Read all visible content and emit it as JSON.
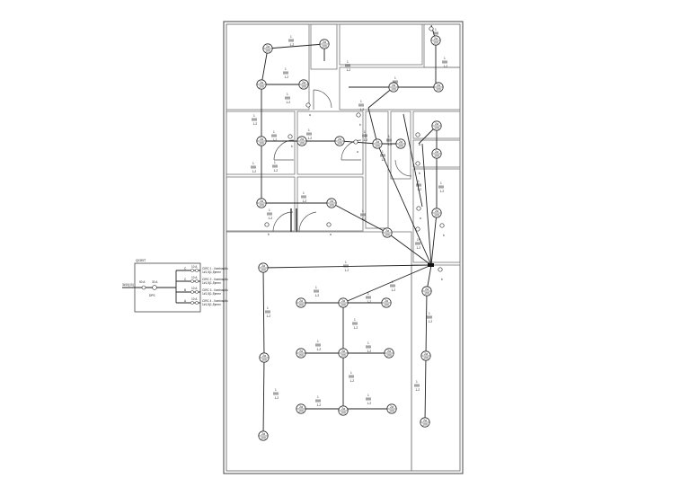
{
  "panel": {
    "title": "QGBT",
    "feeder": "3#10(10)",
    "main_breaker": "50 A",
    "dr_breaker": "30 A",
    "dps": "DPS",
    "circuits": [
      {
        "phase": "C",
        "breaker": "10 A",
        "label": "CIRC 1 - Iluminação",
        "cable": "1#1,5(1,5)mm²"
      },
      {
        "phase": "C",
        "breaker": "10 A",
        "label": "CIRC 2 - Iluminação",
        "cable": "1#1,5(1,5)mm²"
      },
      {
        "phase": "B",
        "breaker": "10 A",
        "label": "CIRC 3 - Iluminação",
        "cable": "1#1,5(1,5)mm²"
      },
      {
        "phase": "A",
        "breaker": "10 A",
        "label": "CIRC 4 - Iluminação",
        "cable": "1#1,5(1,5)mm²"
      }
    ]
  },
  "lamp": {
    "top": "2a",
    "bottom": "100"
  },
  "wiring": {
    "tag": "1-2",
    "circuit": "1"
  },
  "switch_labels": [
    "a",
    "b"
  ],
  "colors": {
    "wall": "#555555",
    "wire": "#222222",
    "background": "#ffffff"
  }
}
